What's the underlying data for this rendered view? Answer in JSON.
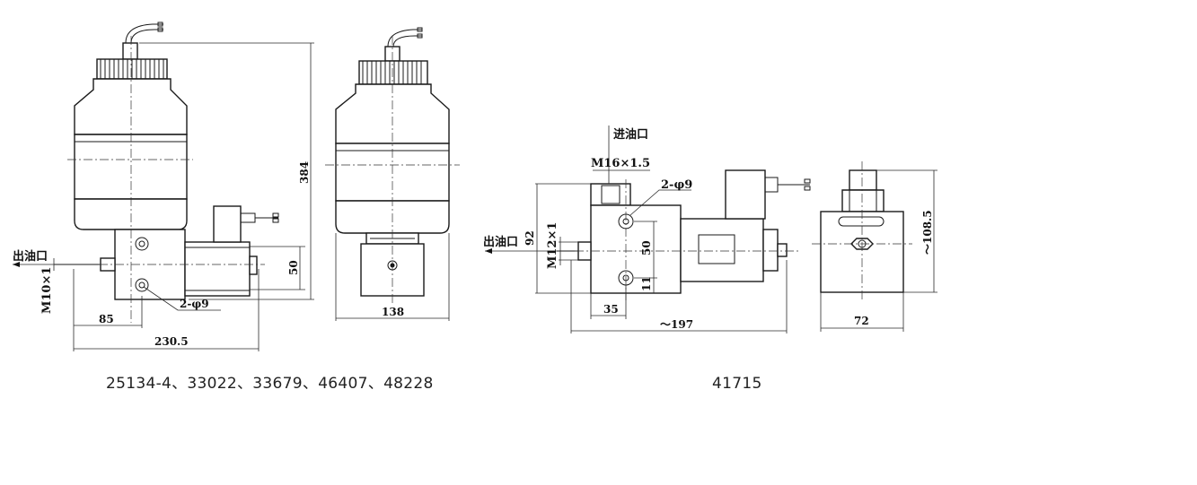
{
  "left_assembly": {
    "outlet_label": "出油口",
    "thread_label": "M10×1",
    "dim_height": "384",
    "dim_block": "50",
    "dim_offset": "85",
    "dim_width": "230.5",
    "hole_label": "2-φ9",
    "side_width": "138",
    "caption": "25134-4、33022、33679、46407、48228"
  },
  "right_assembly": {
    "inlet_label": "进油口",
    "inlet_thread": "M16×1.5",
    "hole_label": "2-φ9",
    "outlet_label": "出油口",
    "dim_92": "92",
    "thread_label": "M12×1",
    "dim_50": "50",
    "dim_11": "11",
    "dim_35": "35",
    "dim_length": "～197",
    "dim_height": "～108.5",
    "dim_width": "72",
    "caption": "41715"
  }
}
